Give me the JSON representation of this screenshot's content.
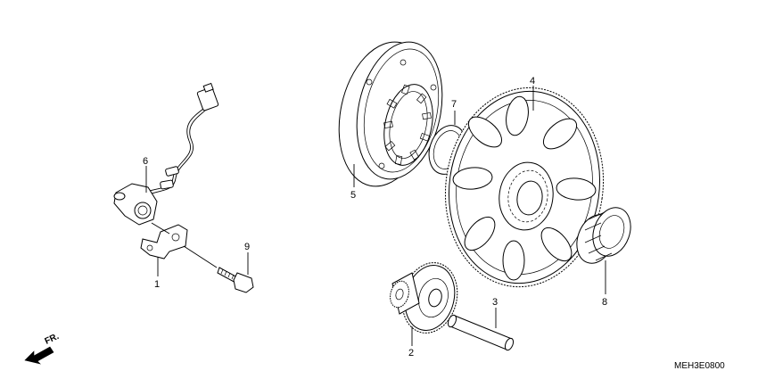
{
  "diagram": {
    "code": "MEH3E0800",
    "front_label": "FR.",
    "callouts": [
      "1",
      "2",
      "3",
      "4",
      "5",
      "6",
      "7",
      "8",
      "9"
    ]
  },
  "parts": [
    {
      "callout": "1",
      "icon": "stay-bracket-icon"
    },
    {
      "callout": "2",
      "icon": "idle-gear-icon"
    },
    {
      "callout": "3",
      "icon": "idle-shaft-icon"
    },
    {
      "callout": "4",
      "icon": "driven-gear-icon"
    },
    {
      "callout": "5",
      "icon": "one-way-clutch-icon"
    },
    {
      "callout": "6",
      "icon": "sensor-with-cable-icon"
    },
    {
      "callout": "7",
      "icon": "o-ring-icon"
    },
    {
      "callout": "8",
      "icon": "needle-bearing-icon"
    },
    {
      "callout": "9",
      "icon": "bolt-icon"
    }
  ]
}
